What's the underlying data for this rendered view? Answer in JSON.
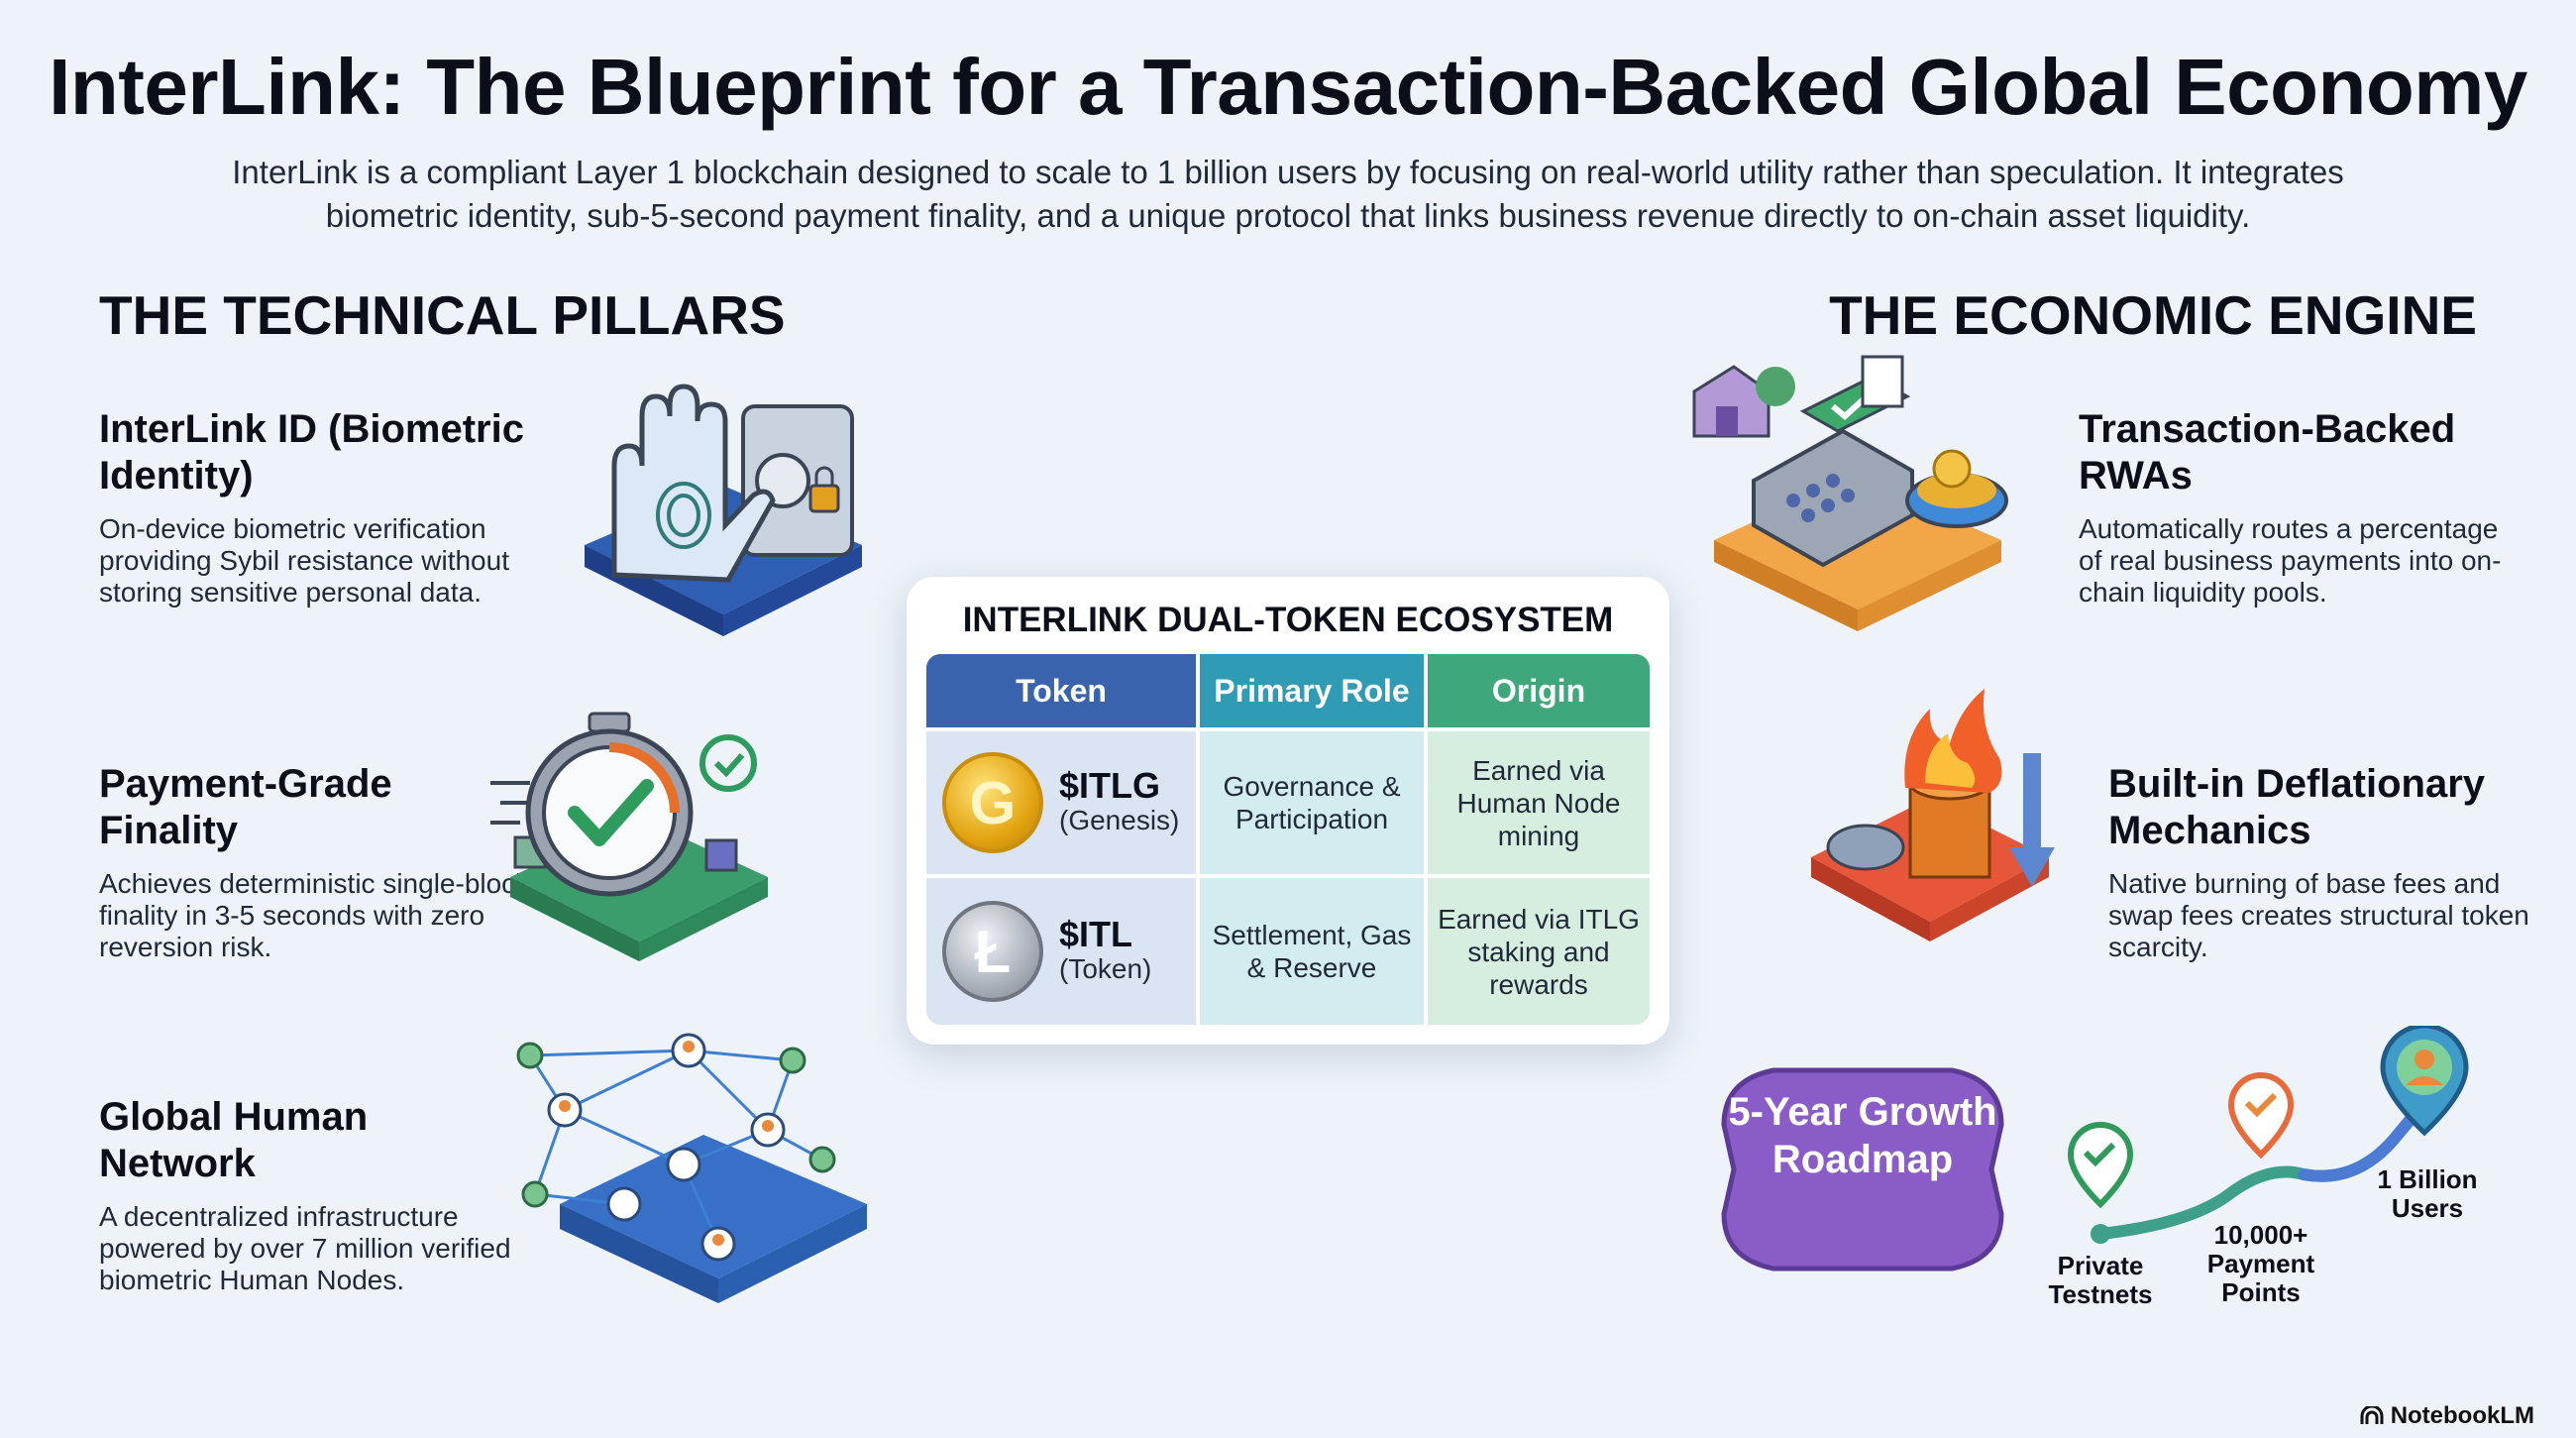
{
  "title": "InterLink: The Blueprint for a Transaction-Backed Global Economy",
  "intro": "InterLink is a compliant Layer 1 blockchain designed to scale to 1 billion users by focusing on real-world utility rather than speculation. It integrates biometric identity, sub-5-second payment finality, and a unique protocol that links business revenue directly to on-chain asset liquidity.",
  "left_section": {
    "heading": "THE TECHNICAL PILLARS",
    "pillars": [
      {
        "title": "InterLink ID (Biometric Identity)",
        "body": "On-device biometric verification providing Sybil resistance without storing sensitive personal data.",
        "icon": "biometric-hand-vault-icon"
      },
      {
        "title": "Payment-Grade Finality",
        "body": "Achieves deterministic single-block finality in 3-5 seconds with zero reversion risk.",
        "icon": "stopwatch-check-icon"
      },
      {
        "title": "Global Human Network",
        "body": "A decentralized infrastructure powered by over 7 million verified biometric Human Nodes.",
        "icon": "human-node-network-icon"
      }
    ]
  },
  "right_section": {
    "heading": "THE ECONOMIC ENGINE",
    "pillars": [
      {
        "title": "Transaction-Backed RWAs",
        "body": "Automatically routes a percentage of real business payments into on-chain liquidity pools.",
        "icon": "payment-terminal-coins-icon"
      },
      {
        "title": "Built-in Deflationary Mechanics",
        "body": "Native burning of base fees and swap fees creates structural token scarcity.",
        "icon": "burning-coins-icon"
      }
    ],
    "roadmap": {
      "badge": "5-Year Growth Roadmap",
      "milestones": [
        "Private Testnets",
        "10,000+ Payment Points",
        "1 Billion Users"
      ]
    }
  },
  "token_table": {
    "title": "INTERLINK DUAL-TOKEN ECOSYSTEM",
    "headers": [
      "Token",
      "Primary Role",
      "Origin"
    ],
    "rows": [
      {
        "symbol": "$ITLG",
        "sub": "(Genesis)",
        "coin_glyph": "G",
        "role": "Governance & Participation",
        "origin": "Earned via Human Node mining"
      },
      {
        "symbol": "$ITL",
        "sub": "(Token)",
        "coin_glyph": "Ł",
        "role": "Settlement, Gas & Reserve",
        "origin": "Earned via ITLG staking and rewards"
      }
    ],
    "header_colors": [
      "#3a63ad",
      "#2f9bb4",
      "#3fa77c"
    ]
  },
  "brand": "NotebookLM"
}
